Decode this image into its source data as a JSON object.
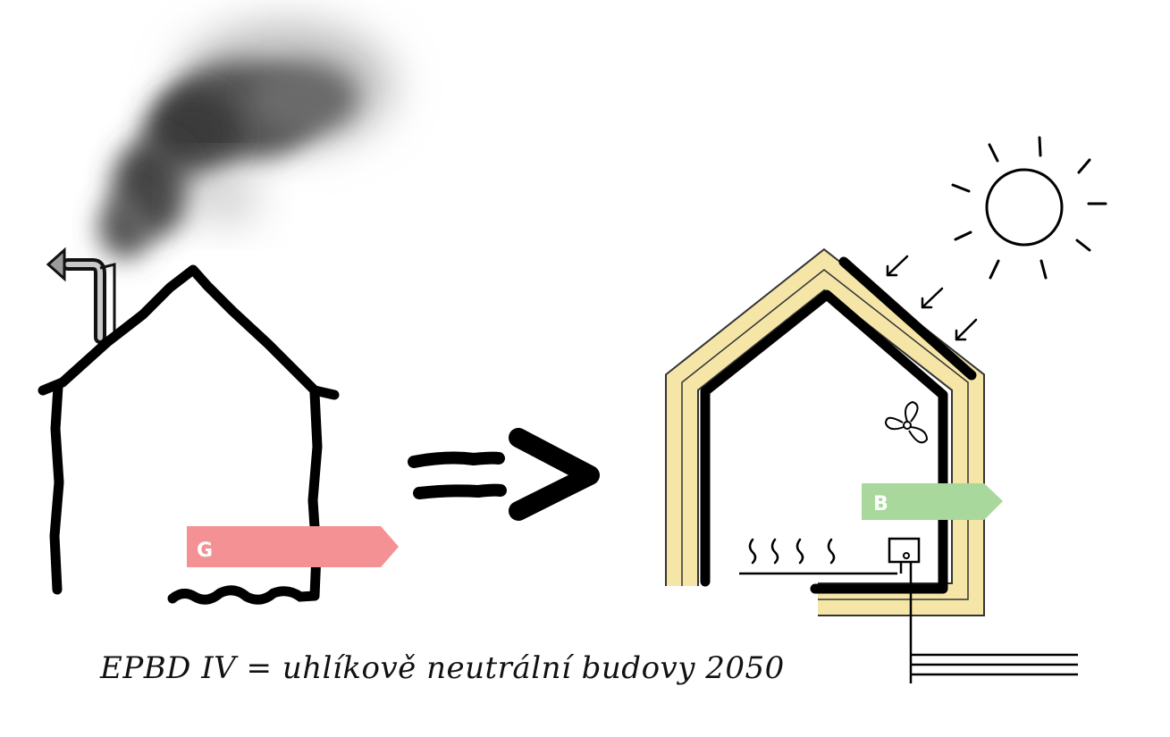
{
  "old_house": {
    "energy_class": "G",
    "label_color": "#f39194"
  },
  "new_house": {
    "energy_class": "B",
    "label_color": "#a8d89b",
    "insulation_color": "#f5e6a8"
  },
  "caption": "EPBD IV = uhlíkově neutrální budovy 2050"
}
